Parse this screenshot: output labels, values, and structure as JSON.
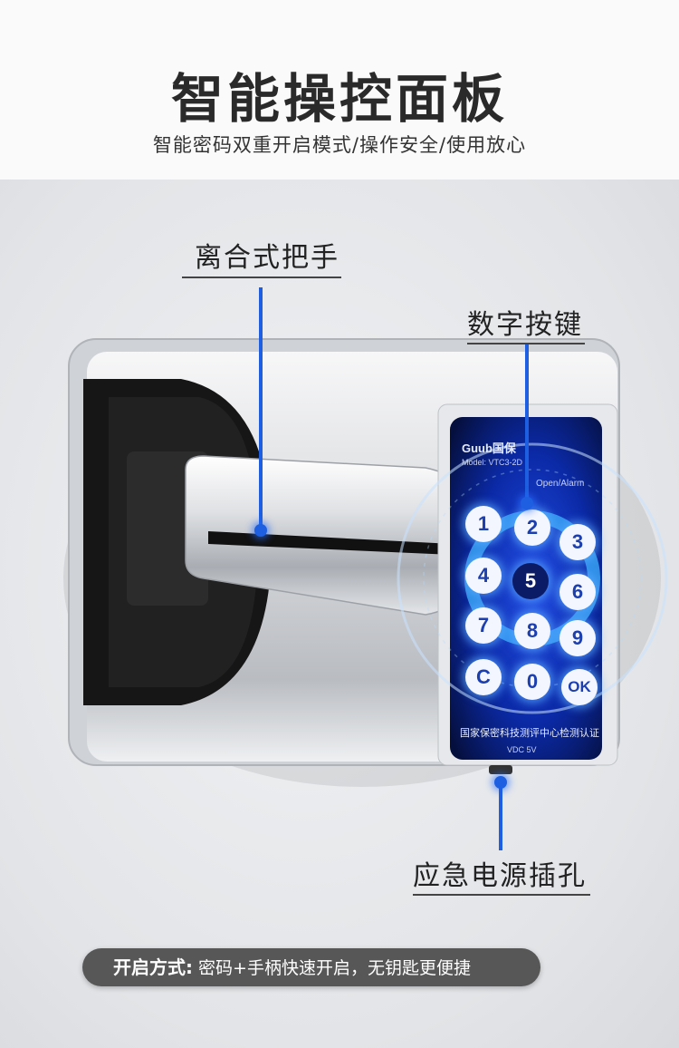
{
  "header": {
    "title": "智能操控面板",
    "subtitle": "智能密码双重开启模式/操作安全/使用放心"
  },
  "callouts": {
    "handle": "离合式把手",
    "keypad": "数字按键",
    "power_port": "应急电源插孔"
  },
  "device": {
    "brand": "Guub国保",
    "model": "Model: VTC3-2D",
    "screen_arc": "Open/Alarm",
    "keys": [
      "1",
      "2",
      "3",
      "4",
      "5",
      "6",
      "7",
      "8",
      "9",
      "C",
      "0",
      "OK"
    ],
    "certification": "国家保密科技测评中心检测认证",
    "voltage": "VDC 5V"
  },
  "footer": {
    "lead": "开启方式:",
    "text": "密码+手柄快速开启，无钥匙更便捷"
  },
  "colors": {
    "accent_blue": "#1d5fe0",
    "pill_bg": "#575757",
    "screen_bg": "#0a1a6a"
  }
}
